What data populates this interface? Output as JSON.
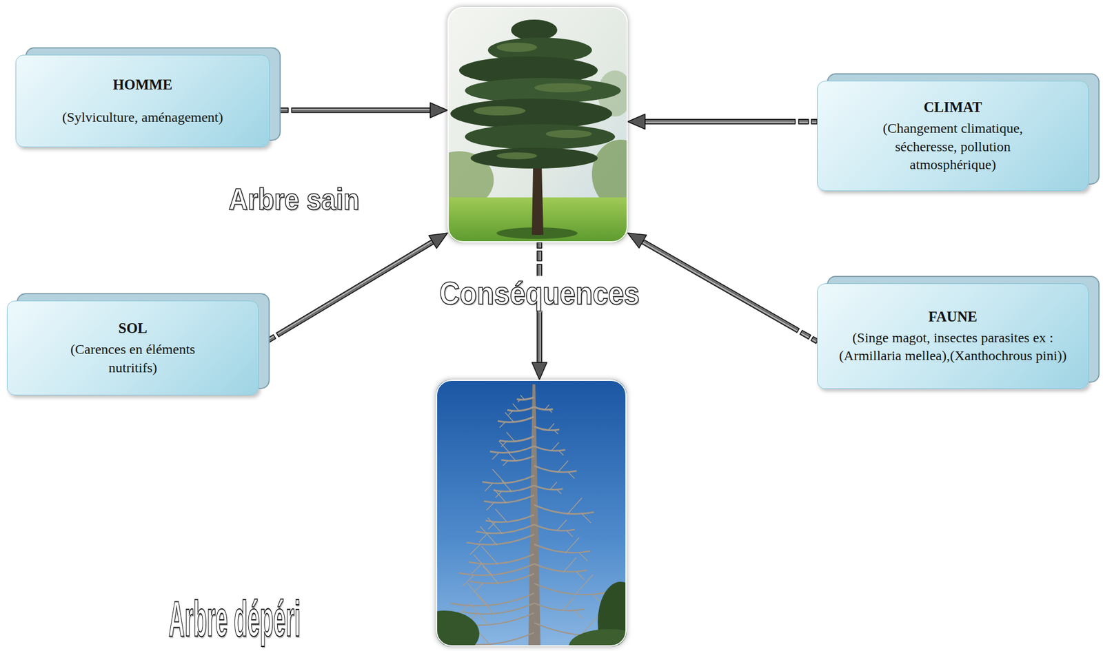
{
  "diagram": {
    "nodes": [
      {
        "text": [
          "HOMME",
          "(Sylviculture, aménagement)"
        ]
      },
      {
        "text": [
          "CLIMAT",
          "(Changement climatique, sécheresse, pollution atmosphérique)"
        ]
      },
      {
        "text": [
          "Arbre sain"
        ]
      },
      {
        "text": [
          "SOL",
          "(Carences en éléments nutritifs)"
        ]
      },
      {
        "text": [
          "FAUNE",
          "(Singe magot, insectes parasites ex : (Armillaria mellea),(Xanthochrous pini))"
        ]
      },
      {
        "text": [
          "Arbre dépéri"
        ]
      }
    ],
    "edges": [
      {
        "from": 0,
        "to": 2,
        "arrow": "to"
      },
      {
        "from": 1,
        "to": 2,
        "arrow": "to"
      },
      {
        "from": 3,
        "to": 2,
        "arrow": "to"
      },
      {
        "from": 4,
        "to": 2,
        "arrow": "to"
      },
      {
        "from": 2,
        "to": 5,
        "label": "Conséquences",
        "arrow": "to"
      }
    ]
  }
}
